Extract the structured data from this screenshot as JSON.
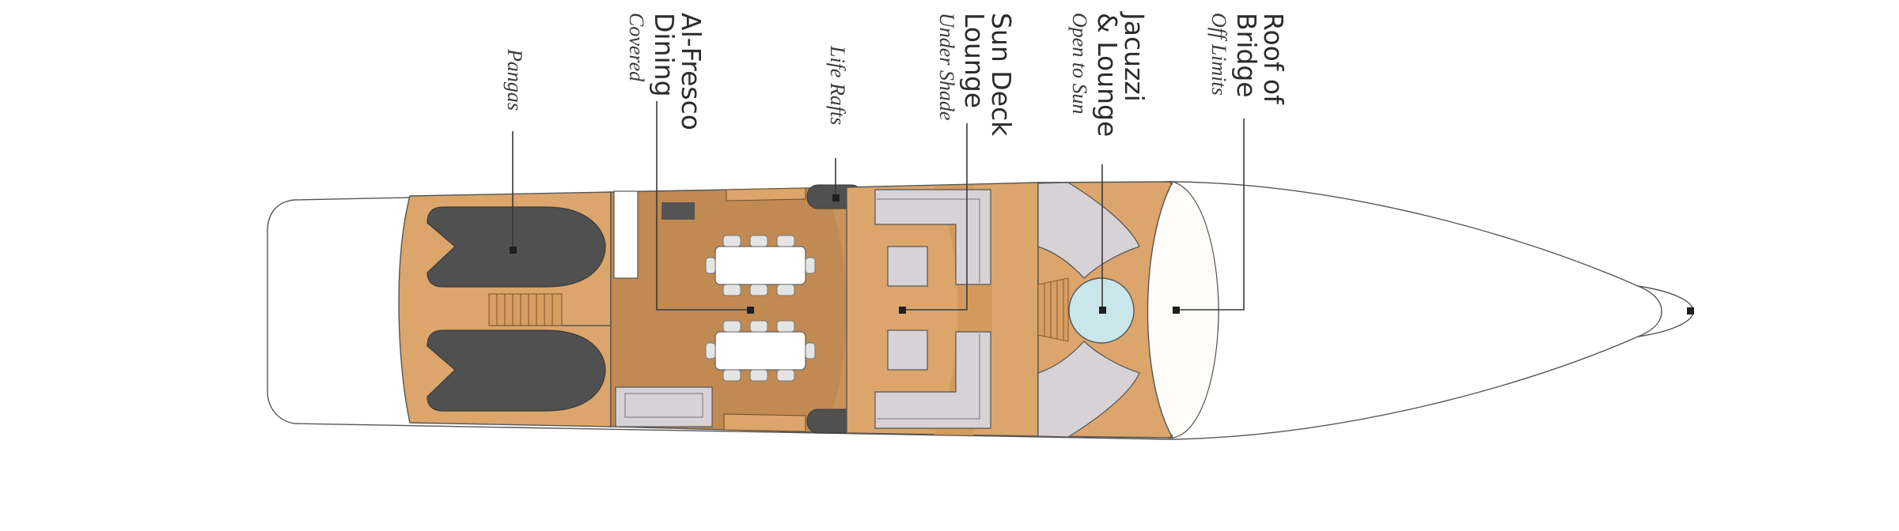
{
  "labels": {
    "pangas": {
      "sub": "Pangas"
    },
    "dining": {
      "title_line1": "Al-Fresco",
      "title_line2": "Dining",
      "sub": "Covered"
    },
    "rafts": {
      "sub": "Life Rafts"
    },
    "sundeck": {
      "title_line1": "Sun Deck",
      "title_line2": "Lounge",
      "sub": "Under Shade"
    },
    "jacuzzi": {
      "title_line1": "Jacuzzi",
      "title_line2": "& Lounge",
      "sub": "Open to Sun"
    },
    "bridge": {
      "title_line1": "Roof of",
      "title_line2": "Bridge",
      "sub": "Off Limits"
    }
  },
  "colors": {
    "deck_light": "#dba56b",
    "deck_dark": "#c08a52",
    "panga": "#505050",
    "lounge_grey": "#d6d2d6",
    "jacuzzi_water": "#c9e6ea",
    "hull": "#ffffff",
    "bridge_roof": "#fdfcf8"
  }
}
